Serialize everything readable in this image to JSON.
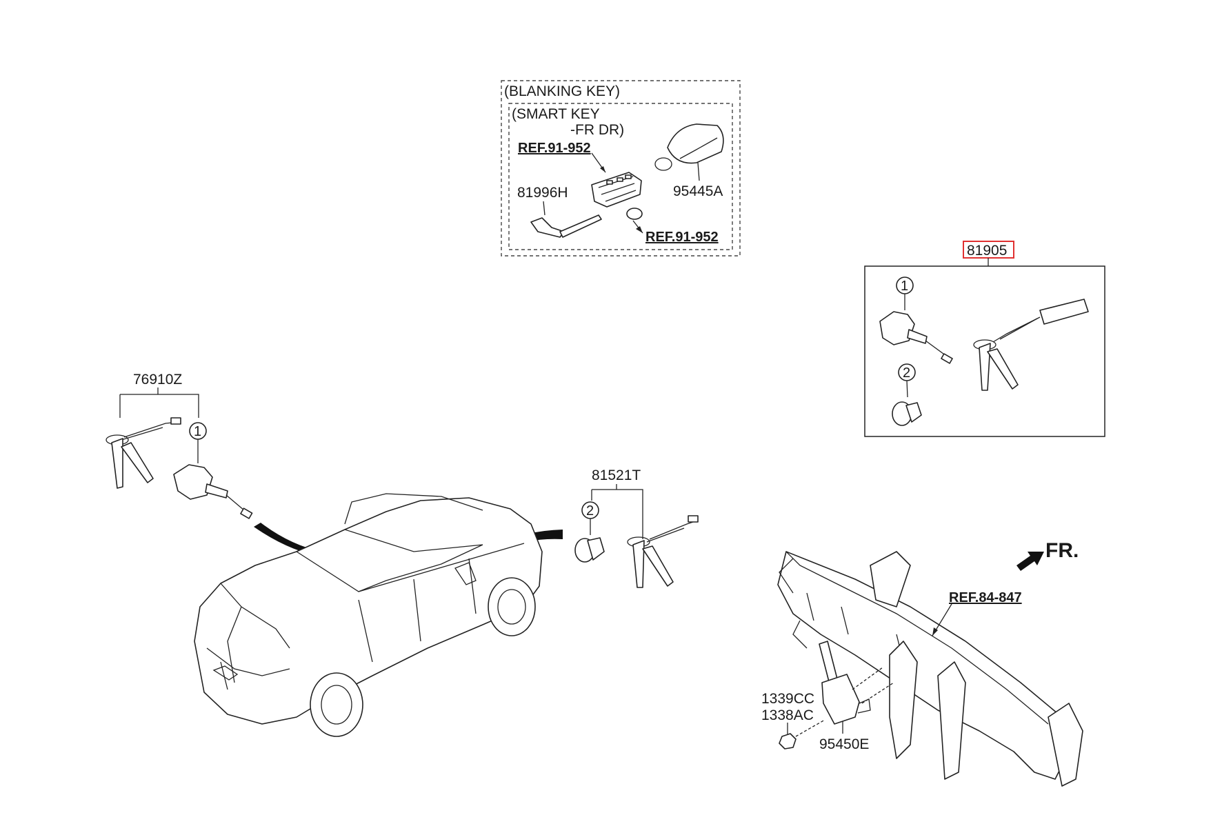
{
  "labels": {
    "blanking_key": "(BLANKING KEY)",
    "smart_key": "(SMART KEY",
    "fr_dr": "-FR DR)",
    "ref_91_952_a": "REF.91-952",
    "ref_91_952_b": "REF.91-952",
    "part_81996H": "81996H",
    "part_95445A": "95445A",
    "part_81905": "81905",
    "part_76910Z": "76910Z",
    "part_81521T": "81521T",
    "ref_84_847": "REF.84-847",
    "front": "FR.",
    "part_1339CC": "1339CC",
    "part_1338AC": "1338AC",
    "part_95450E": "95450E"
  },
  "callouts": {
    "one_a": "1",
    "two_a": "2",
    "one_b": "1",
    "two_b": "2"
  },
  "colors": {
    "line": "#222222",
    "highlight_box": "#e03030",
    "background": "#ffffff"
  }
}
